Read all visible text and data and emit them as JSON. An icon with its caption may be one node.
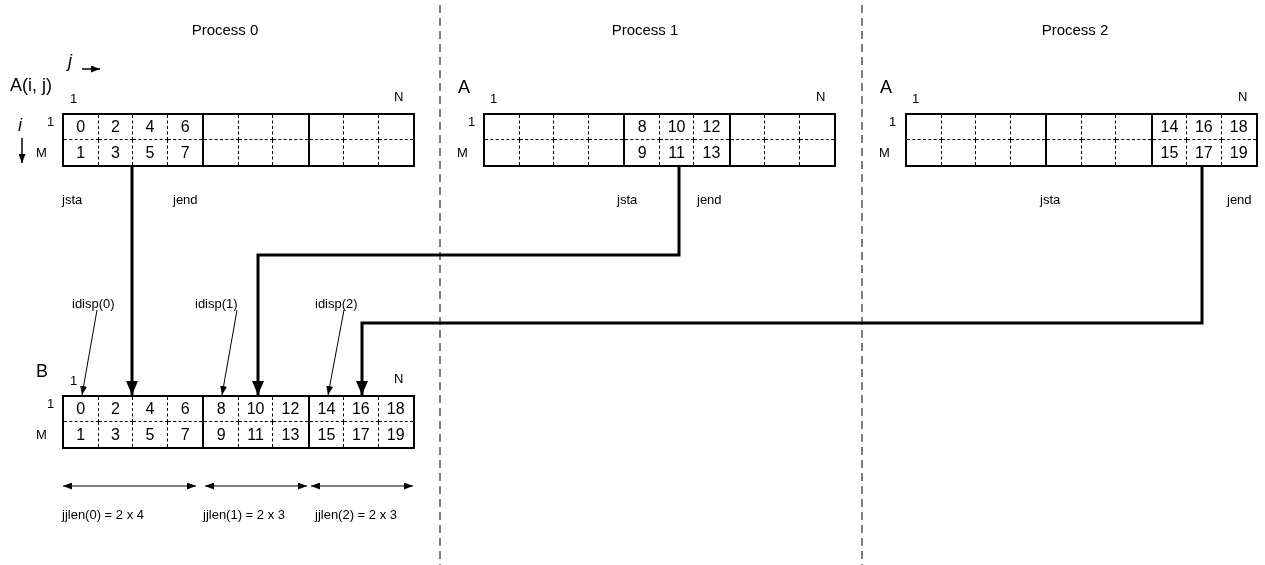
{
  "diagram": {
    "nodes": [
      {
        "text": [
          "A(i, j)"
        ]
      },
      {
        "text": [
          "0",
          "2",
          "4",
          "6",
          "1",
          "3",
          "5",
          "7"
        ],
        "in": 0
      },
      {
        "text": [],
        "shape": "box",
        "in": 0
      },
      {
        "text": [],
        "shape": "box",
        "in": 0
      },
      {
        "text": [
          "A"
        ]
      },
      {
        "text": [],
        "shape": "box",
        "in": 4
      },
      {
        "text": [
          "8",
          "10",
          "12",
          "9",
          "11",
          "13"
        ],
        "in": 4
      },
      {
        "text": [],
        "shape": "box",
        "in": 4
      },
      {
        "text": [
          "A"
        ]
      },
      {
        "text": [],
        "shape": "box",
        "in": 8
      },
      {
        "text": [],
        "shape": "box",
        "in": 8
      },
      {
        "text": [
          "14",
          "16",
          "18",
          "15",
          "17",
          "19"
        ],
        "in": 8
      },
      {
        "text": [
          "B"
        ]
      },
      {
        "text": [
          "0",
          "2",
          "4",
          "6",
          "1",
          "3",
          "5",
          "7"
        ],
        "in": 12
      },
      {
        "text": [
          "8",
          "10",
          "12",
          "9",
          "11",
          "13"
        ],
        "in": 12
      },
      {
        "text": [
          "14",
          "16",
          "18",
          "15",
          "17",
          "19"
        ],
        "in": 12
      },
      {
        "text": [
          "idisp(0)"
        ]
      },
      {
        "text": [
          "idisp(1)"
        ]
      },
      {
        "text": [
          "idisp(2)"
        ]
      }
    ],
    "edges": [
      {
        "from": 1,
        "to": 13,
        "arrow": "to",
        "style": "thick"
      },
      {
        "from": 6,
        "to": 14,
        "arrow": "to",
        "style": "thick"
      },
      {
        "from": 11,
        "to": 15,
        "arrow": "to",
        "style": "thick"
      },
      {
        "from": 16,
        "to": 13,
        "arrow": "to"
      },
      {
        "from": 17,
        "to": 14,
        "arrow": "to"
      },
      {
        "from": 18,
        "to": 15,
        "arrow": "to"
      }
    ],
    "labels": [
      "Process 0",
      "Process 1",
      "Process 2",
      "j",
      "1",
      "N",
      "1",
      "N",
      "1",
      "N",
      "i",
      "1",
      "M",
      "1",
      "M",
      "1",
      "M",
      "jsta",
      "jend",
      "jsta",
      "jend",
      "jsta",
      "jend",
      "1",
      "N",
      "1",
      "M",
      "jjlen(0) = 2 x 4",
      "jjlen(1) = 2 x 3",
      "jjlen(2) = 2 x 3"
    ]
  }
}
